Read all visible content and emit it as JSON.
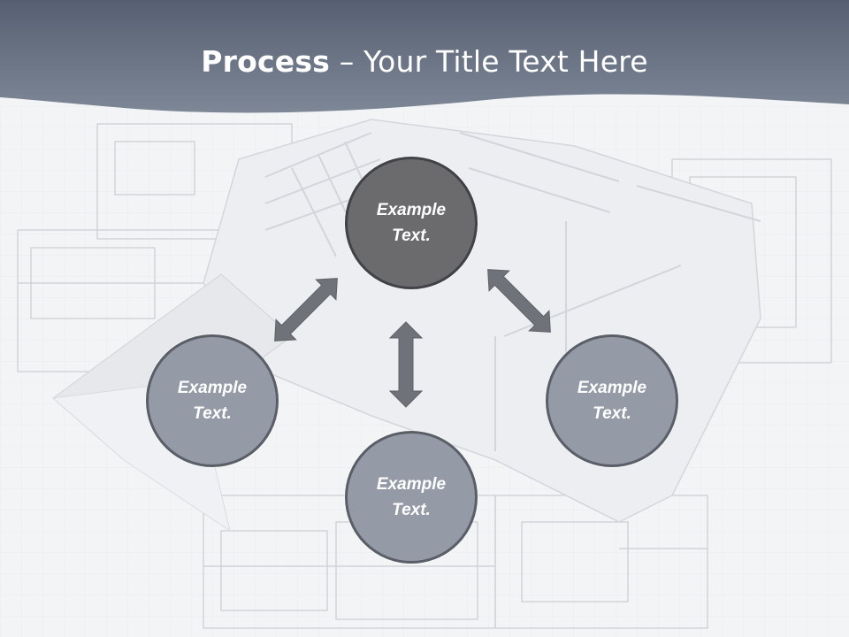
{
  "title": {
    "bold": "Process",
    "rest": " – Your Title Text Here"
  },
  "nodes": {
    "top": "Example Text.",
    "left": "Example Text.",
    "right": "Example Text.",
    "bottom": "Example Text."
  },
  "colors": {
    "header": "#5d6779",
    "node_dark": "#6b6b6d",
    "node_light": "#949aa6",
    "arrow": "#6e7076"
  }
}
